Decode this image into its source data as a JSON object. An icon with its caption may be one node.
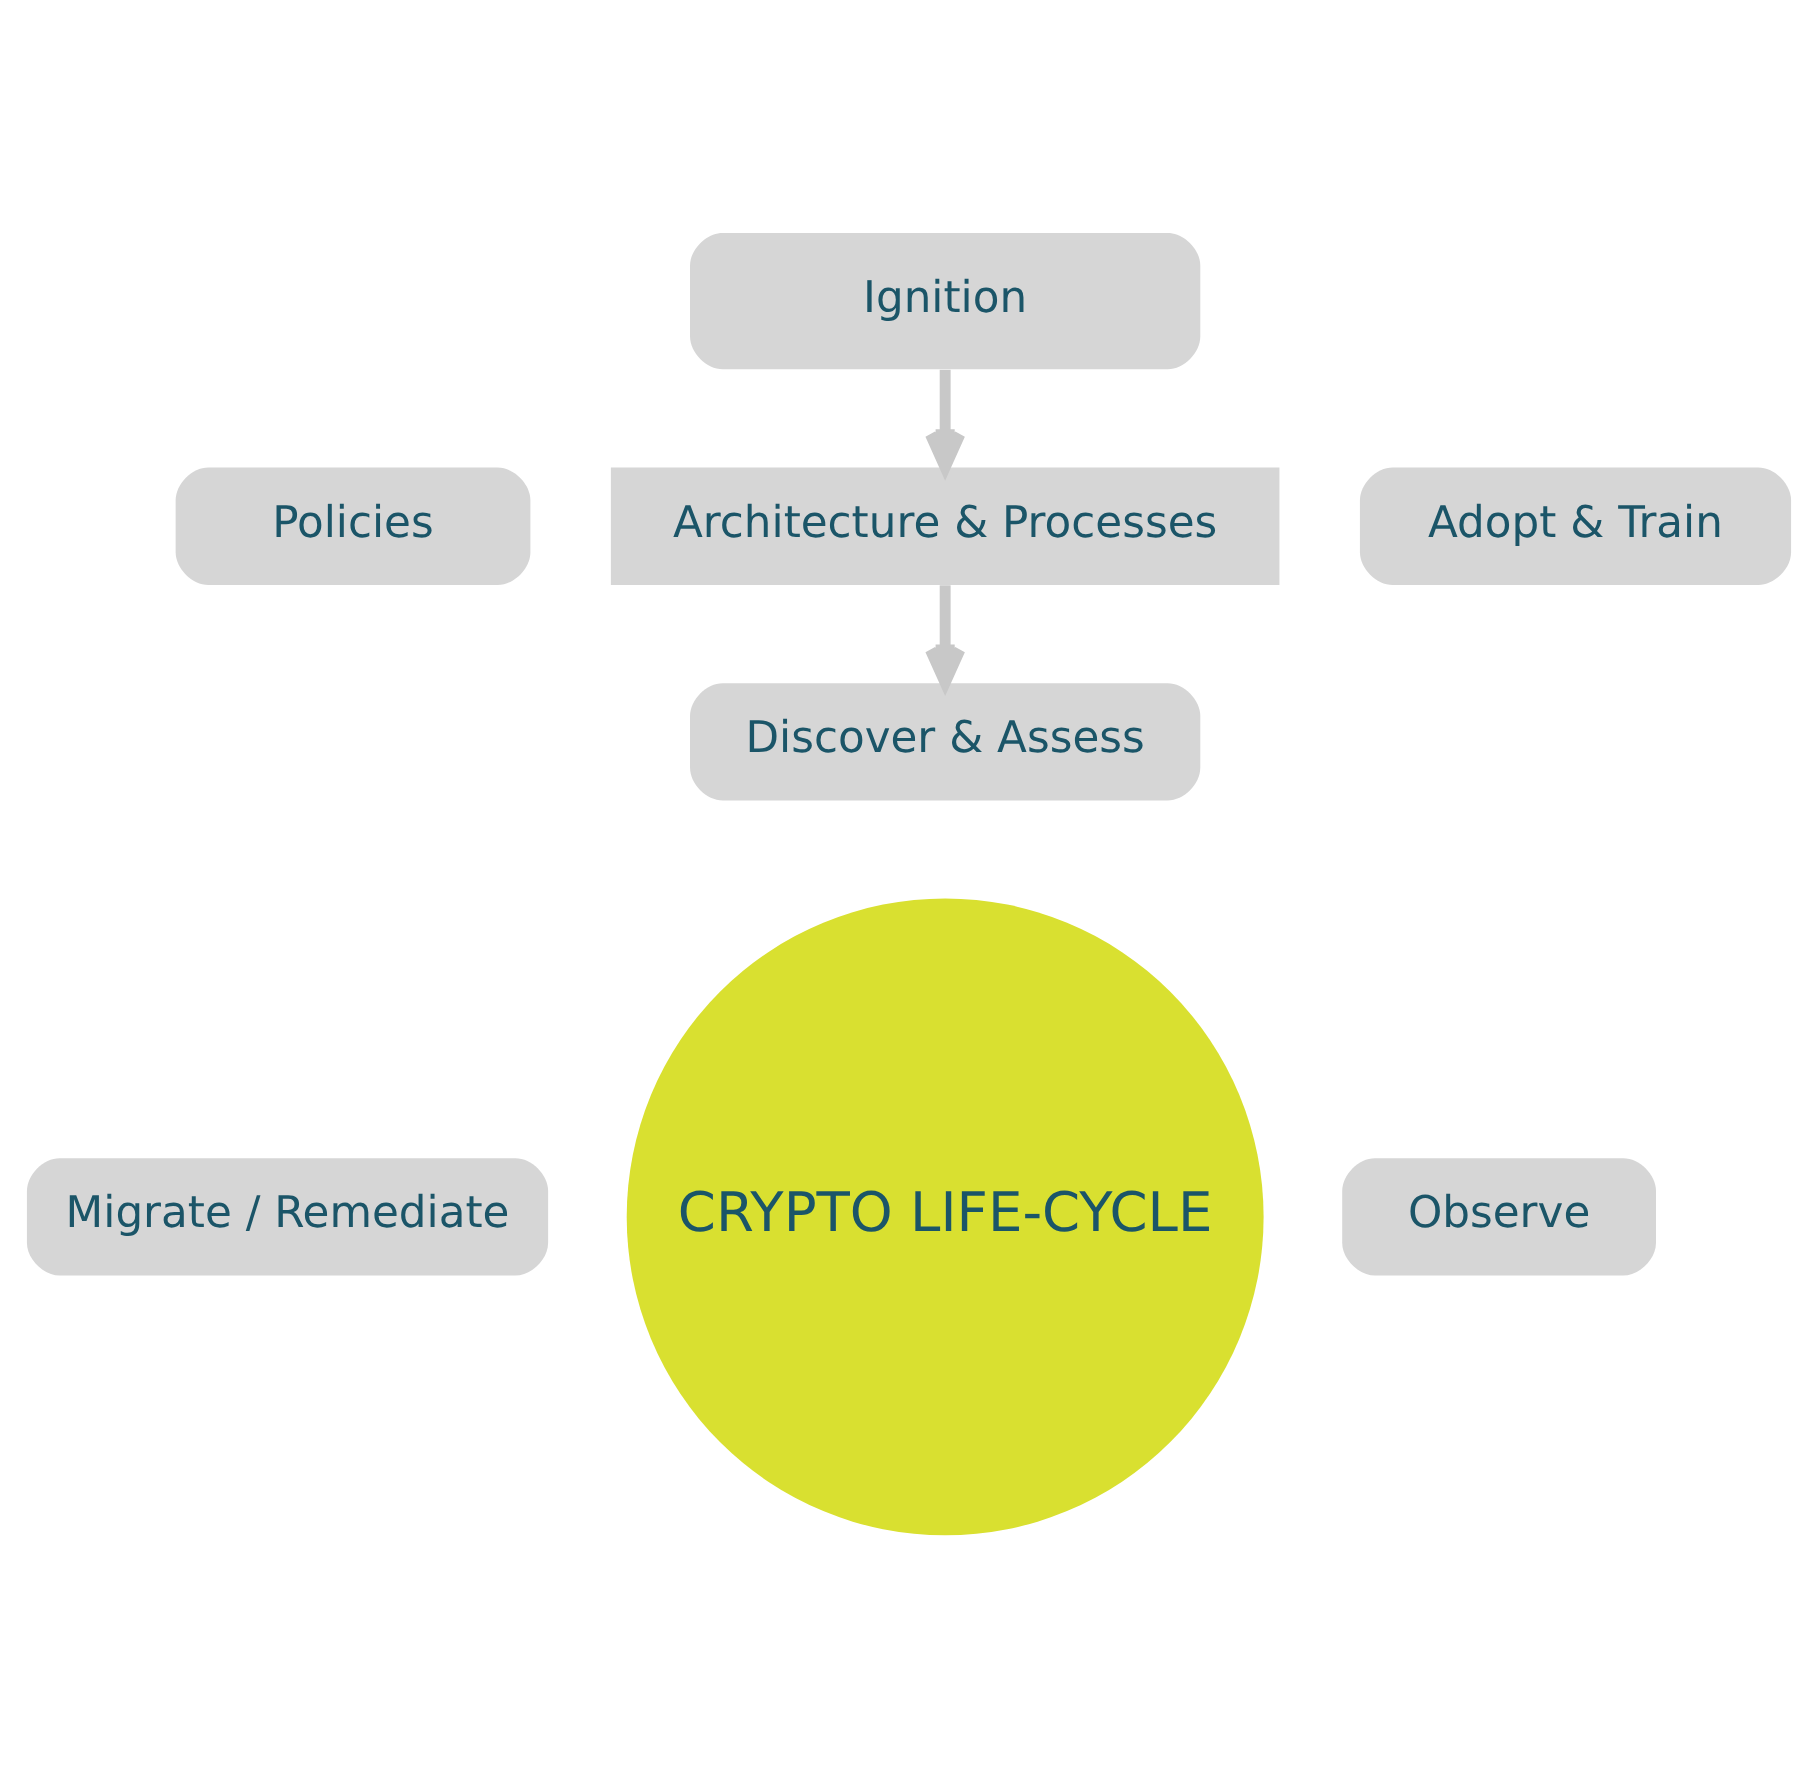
{
  "diagram": {
    "nodes": [
      {
        "text": [
          "Ignition"
        ]
      },
      {
        "text": [
          "Policies"
        ]
      },
      {
        "text": [
          "Architecture & Processes"
        ]
      },
      {
        "text": [
          "Adopt & Train"
        ]
      },
      {
        "text": [
          "Discover & Assess"
        ]
      },
      {
        "text": [
          "Observe"
        ]
      },
      {
        "text": [
          "Migrate / Remediate"
        ]
      },
      {
        "text": [
          "CRYPTO LIFE-CYCLE"
        ]
      }
    ],
    "edges": [
      {
        "from": 0,
        "to": 2,
        "arrow": "to"
      },
      {
        "from": 2,
        "to": 4,
        "arrow": "to"
      }
    ]
  }
}
